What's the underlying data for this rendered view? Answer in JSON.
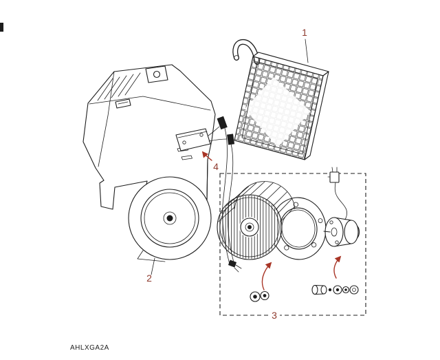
{
  "diagram": {
    "code": "AHLXGA2A",
    "callouts": [
      {
        "label": "1"
      },
      {
        "label": "2"
      },
      {
        "label": "3"
      },
      {
        "label": "4"
      }
    ],
    "colors": {
      "line": "#1d1d1d",
      "accent": "#8e3a2e",
      "arrow": "#a83526",
      "bg": "#ffffff"
    }
  }
}
